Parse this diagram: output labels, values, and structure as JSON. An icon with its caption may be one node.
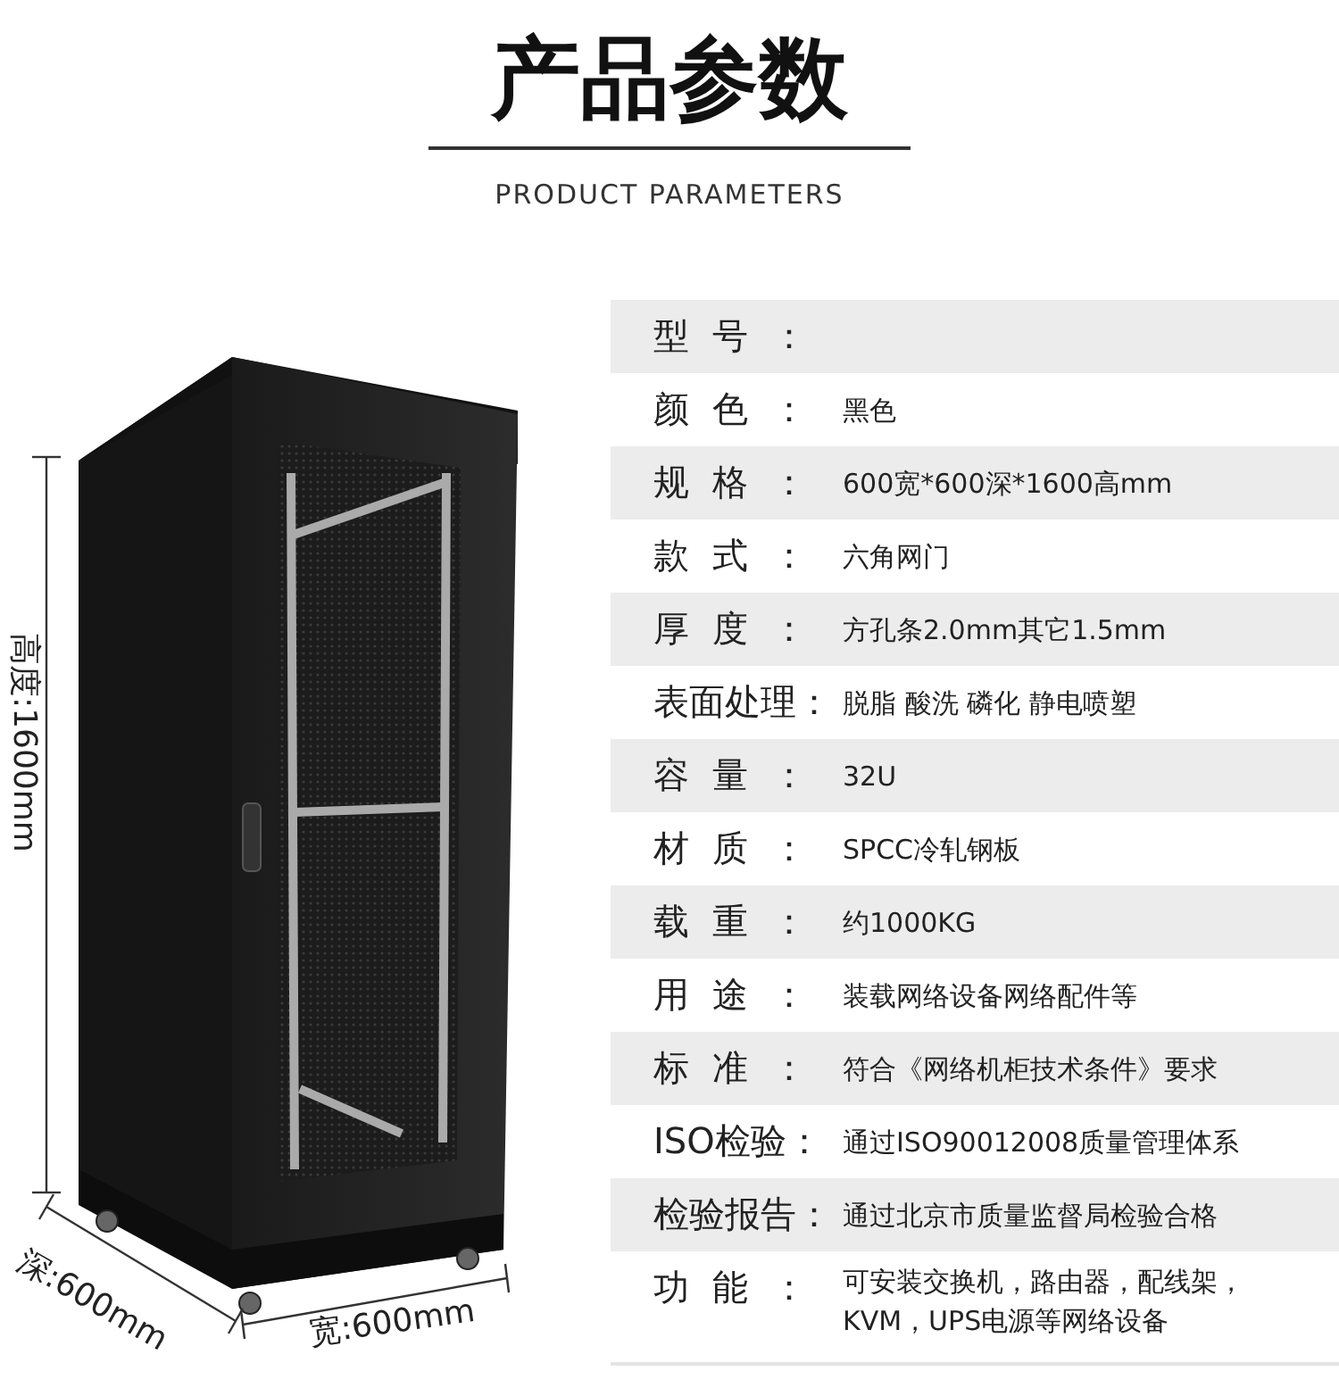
{
  "diagram": {
    "title": "产品参数",
    "labels": [
      "PRODUCT PARAMETERS",
      "型号：",
      "颜色：",
      "黑色",
      "规格：",
      "600宽*600深*1600高mm",
      "款式：",
      "六角网门",
      "厚度：",
      "方孔条2.0mm其它1.5mm",
      "表面处理：",
      "脱脂 酸洗 磷化 静电喷塑",
      "容量：",
      "32U",
      "材质：",
      "SPCC冷轧钢板",
      "载重：",
      "约1000KG",
      "用途：",
      "装载网络设备网络配件等",
      "标准：",
      "符合《网络机柜技术条件》要求",
      "ISO检验：",
      "通过ISO90012008质量管理体系",
      "检验报告：",
      "通过北京市质量监督局检验合格",
      "功能：",
      "可安装交换机，路由器，配线架，KVM，UPS电源等网络设备",
      "高度:1600mm",
      "深:600mm",
      "宽:600mm"
    ]
  }
}
